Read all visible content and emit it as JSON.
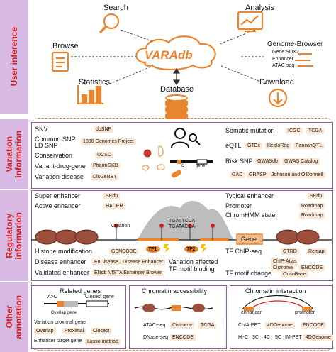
{
  "bands": {
    "user": "User inference",
    "variation": "Variation\ninformarion",
    "regulatory": "Regulatory\ninformarion",
    "other": "Other\nannotation"
  },
  "user_inference": {
    "search": "Search",
    "analysis": "Analysis",
    "browse": "Browse",
    "statistics": "Statistics",
    "database": "Database",
    "download": "Download",
    "genome_browser": "Genome-Browser",
    "gene": "Gene:SOX2",
    "enhancer": "Enhancer",
    "atac": "ATAC-seq",
    "center_logo": "VARAdb"
  },
  "variation": {
    "snv": "SNV",
    "dbsnp": "dbSNP",
    "common_snp": "Common SNP",
    "ld_snp": "LD SNP",
    "thousand": "1000 Genomes Project",
    "conservation": "Conservation",
    "ucsc": "UCSC",
    "vdg": "Variant-drug-gene",
    "pharmgkb": "PharmGKB",
    "vdis": "Variation-disease",
    "disgenet": "DisGeNET",
    "somatic": "Somatic mutation",
    "icgc": "ICGC",
    "tcga": "TCGA",
    "eqtl": "eQTL",
    "gtex": "GTEx",
    "helioreg": "HeploReg",
    "pancan": "PancanQTL",
    "risk": "Risk SNP",
    "gwasdb": "GWASdb",
    "gwascat": "GWAS Catalog",
    "gad": "GAD",
    "grasp": "GRASP",
    "jod": "Johnson and O'Donnell",
    "c_lbl": "C",
    "gene_lbl": "gene"
  },
  "regulatory": {
    "super": "Super enhancer",
    "sedb": "SEdb",
    "active": "Active enhancer",
    "hacer": "HACER",
    "typical": "Typical enhancer",
    "sedb2": "SEdb",
    "promoter": "Promoter",
    "roadmap": "Roadmap",
    "chromhmm": "ChromHMM state",
    "roadmap2": "Roadmap",
    "variation": "Variation",
    "motif1": "TGATTCCA",
    "motif2": "TGATACCA",
    "gene": "Gene",
    "tf1": "TF1",
    "tf2": "TF2",
    "histone": "Histone modification",
    "gencode": "GENCODE",
    "disease_enh": "Disease enhancer",
    "endisease": "EnDisease",
    "disease_enhancer": "Disease Enhancer",
    "validated": "Validated enhancer",
    "endb": "ENdb",
    "vista": "VISTA Enhancer Brower",
    "affected": "Variation affected",
    "affected2": "TF motif binding",
    "tf_chip": "TF ChIP-seq",
    "gtrd": "GTRD",
    "remap": "Remap",
    "chip_atlas": "ChIP-Atlas",
    "cistrome": "Cistrome",
    "encode": "ENCODE",
    "motif_change": "TF motif change",
    "oncobase": "OncoBase"
  },
  "other": {
    "related_genes": "Related genes",
    "a_c": "A>C",
    "closest_gene": "Closest gene",
    "overlap_gene": "Overlap gene",
    "var_prox": "Variation proximal gene",
    "overlap": "Overlap",
    "proximal": "Proximal",
    "closest": "Closest",
    "enh_target": "Enhancer target gene",
    "lasso": "Lasso method",
    "chrom_access": "Chromatin accessibility",
    "atac": "ATAC-seq",
    "cistrome": "Cistrome",
    "tcga": "TCGA",
    "dnase": "DNase-seq",
    "encode": "ENCODE",
    "chrom_inter": "Chromatin interaction",
    "enhancer": "enhancer",
    "promoter": "promoter",
    "chia": "ChIA-PET",
    "fourdgenome": "4DGenome",
    "encode2": "ENCODE",
    "hic": "Hi-C",
    "c3": "3C",
    "c4": "4C",
    "c5": "5C",
    "impet": "IM-PET",
    "fourdgenome2": "4DGenome"
  },
  "colors": {
    "accent_orange": "#e8862f",
    "band_purple": "#d7b9e3",
    "band_text": "#d81f1f",
    "tag_bg": "#fbe7d4"
  }
}
